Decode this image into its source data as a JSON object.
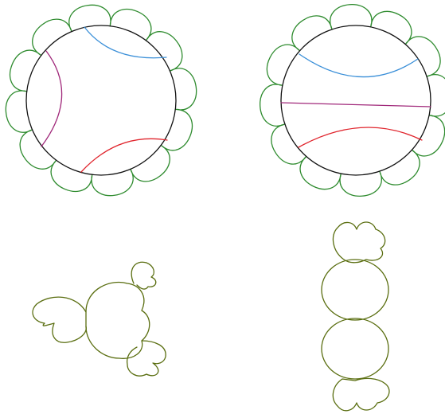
{
  "figure": {
    "panels": [
      {
        "name": "top-left",
        "kind": "disk-with-petals",
        "petal_count": 12,
        "arcs": [
          {
            "name": "blue-arc",
            "color": "#3a8fd8"
          },
          {
            "name": "magenta-arc",
            "color": "#a0287a"
          },
          {
            "name": "red-arc",
            "color": "#e0242c"
          }
        ]
      },
      {
        "name": "top-right",
        "kind": "disk-with-petals",
        "petal_count": 12,
        "arcs": [
          {
            "name": "blue-arc",
            "color": "#3a8fd8"
          },
          {
            "name": "magenta-chord",
            "color": "#a0287a"
          },
          {
            "name": "red-arc",
            "color": "#e0242c"
          }
        ]
      },
      {
        "name": "bottom-left",
        "kind": "three-lobed-curve"
      },
      {
        "name": "bottom-right",
        "kind": "stacked-curve"
      }
    ],
    "colors": {
      "circle": "#111111",
      "petals": "#2e8b2e",
      "lower_curves": "#5a6e10"
    }
  }
}
